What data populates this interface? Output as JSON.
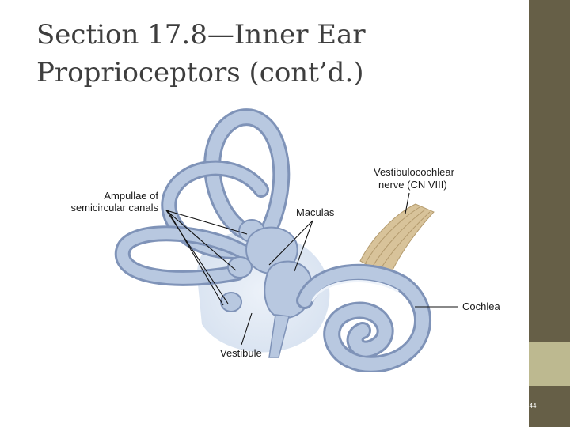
{
  "slide": {
    "title_line1": "Section 17.8—Inner Ear",
    "title_line2": "Proprioceptors (cont’d.)",
    "page_number": "44"
  },
  "diagram": {
    "labels": {
      "ampullae_1": "Ampullae of",
      "ampullae_2": "semicircular canals",
      "maculas": "Maculas",
      "nerve_1": "Vestibulocochlear",
      "nerve_2": "nerve (CN VIII)",
      "cochlea": "Cochlea",
      "vestibule": "Vestibule"
    }
  },
  "colors": {
    "sidebar": "#665f47",
    "sidebar_accent": "#bdb990",
    "labyrinth_fill": "#b8c8e0",
    "labyrinth_stroke": "#7f93b8",
    "nerve": "#d8c39a",
    "title_text": "#3e3e3e"
  }
}
